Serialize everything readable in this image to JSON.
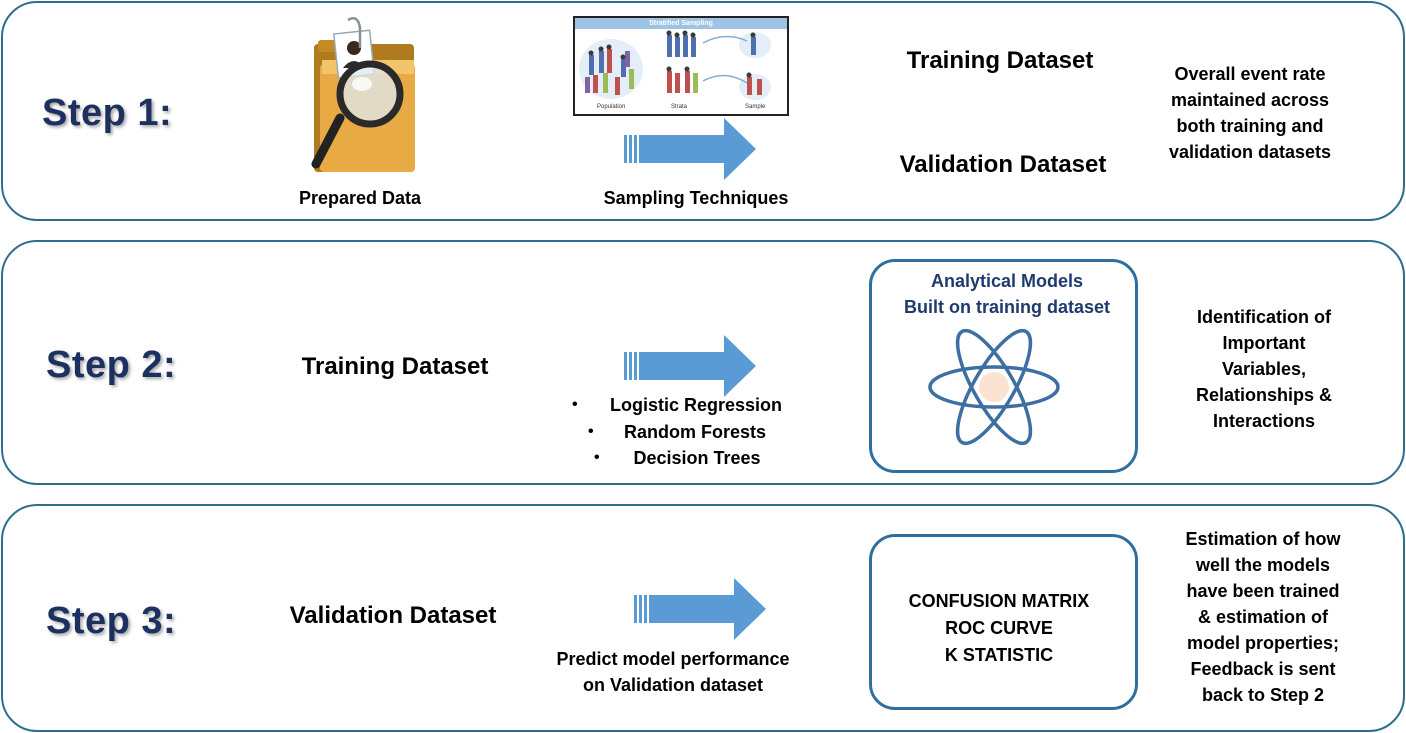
{
  "step1": {
    "title": "Step 1:",
    "prepared_label": "Prepared Data",
    "sampling_label": "Sampling Techniques",
    "sampling_image": {
      "title": "Stratified Sampling",
      "population": "Population",
      "strata": "Strata",
      "sample": "Sample"
    },
    "training": "Training Dataset",
    "validation": "Validation Dataset",
    "note": [
      "Overall event rate",
      "maintained across",
      "both training and",
      "validation datasets"
    ]
  },
  "step2": {
    "title": "Step 2:",
    "training": "Training Dataset",
    "methods": [
      "Logistic Regression",
      "Random Forests",
      "Decision Trees"
    ],
    "models_title": [
      "Analytical Models",
      "Built on training dataset"
    ],
    "note": [
      "Identification of",
      "Important",
      "Variables,",
      "Relationships &",
      "Interactions"
    ]
  },
  "step3": {
    "title": "Step 3:",
    "validation": "Validation Dataset",
    "predict": [
      "Predict model performance",
      "on Validation dataset"
    ],
    "metrics": [
      "CONFUSION MATRIX",
      "ROC CURVE",
      "K STATISTIC"
    ],
    "note": [
      "Estimation of how",
      "well the models",
      "have been trained",
      "& estimation of",
      "model properties;",
      "Feedback is sent",
      "back to Step 2"
    ]
  },
  "colors": {
    "border": "#2e6f8e",
    "arrow": "#5b9bd5",
    "step_text": "#1d3160",
    "model_title": "#1f3a6e"
  }
}
